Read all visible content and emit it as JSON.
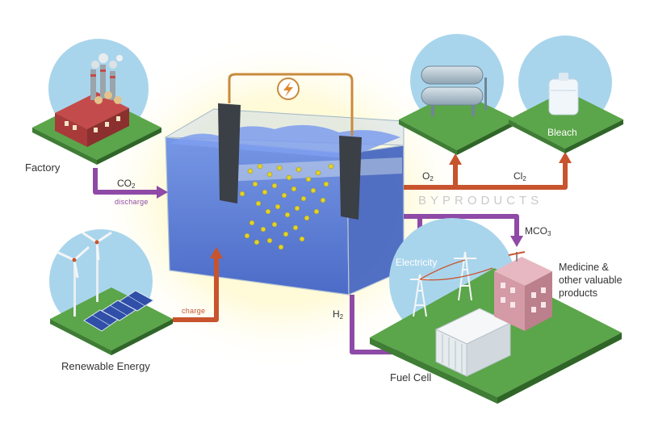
{
  "sources": {
    "factory": {
      "label": "Factory",
      "icon": "factory-icon"
    },
    "renewable": {
      "label": "Renewable Energy",
      "icon": "wind-solar-icon"
    }
  },
  "flows": {
    "co2_base": "CO",
    "co2_sub": "2",
    "discharge": "discharge",
    "charge": "charge",
    "o2_base": "O",
    "o2_sub": "2",
    "cl2_base": "Cl",
    "cl2_sub": "2",
    "mco3_base": "MCO",
    "mco3_sub": "3",
    "h2_base": "H",
    "h2_sub": "2"
  },
  "byproducts_label": "BYPRODUCTS",
  "outputs": {
    "bleach": "Bleach",
    "electricity": "Electricity",
    "fuel_cell": "Fuel Cell",
    "medicine": "Medicine &\nother valuable\nproducts"
  },
  "colors": {
    "purple_arrow": "#8e4aa6",
    "orange_arrow": "#c8542e",
    "sky_circle": "#a9d5ec",
    "ground_green": "#5ba54a",
    "ground_side": "#3f7d35",
    "electrolyte": "#4a6fd1",
    "glow": "#fff7a8",
    "wire": "#c98a3d",
    "particles": "#e3d22a"
  },
  "icons": [
    "factory-icon",
    "wind-turbine-icon",
    "solar-panel-icon",
    "battery-tank-icon",
    "lightning-icon",
    "gas-tank-icon",
    "bleach-bottle-icon",
    "power-tower-icon",
    "fuel-cell-icon",
    "medicine-building-icon"
  ]
}
